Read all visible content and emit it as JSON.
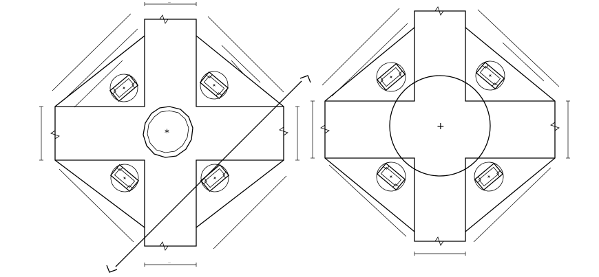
{
  "drawing": {
    "plans": [
      {
        "id": "left-plan",
        "center_marker": "*",
        "seat_units": 4,
        "feature": "polygonal-column"
      },
      {
        "id": "right-plan",
        "center_marker": "+",
        "seat_units": 4,
        "feature": "circular-table"
      }
    ],
    "section_line": {
      "label_top": "",
      "label_bottom": ""
    },
    "colors": {
      "line": "#000000",
      "background": "#ffffff"
    }
  }
}
